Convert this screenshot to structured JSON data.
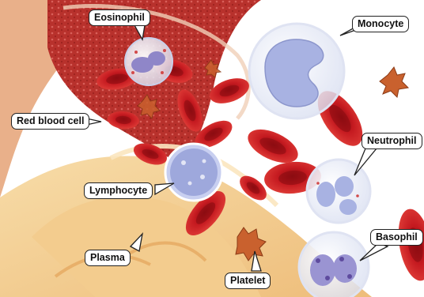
{
  "labels": {
    "eosinophil": "Eosinophil",
    "monocyte": "Monocyte",
    "red_blood_cell": "Red blood cell",
    "neutrophil": "Neutrophil",
    "lymphocyte": "Lymphocyte",
    "plasma": "Plasma",
    "basophil": "Basophil",
    "platelet": "Platelet"
  },
  "colors": {
    "vessel_wall": "#b8312c",
    "plasma": "#f4d49a",
    "red_blood_cell": "#c8161e",
    "white_cell": "#aab4e6",
    "platelet": "#c9612e"
  }
}
